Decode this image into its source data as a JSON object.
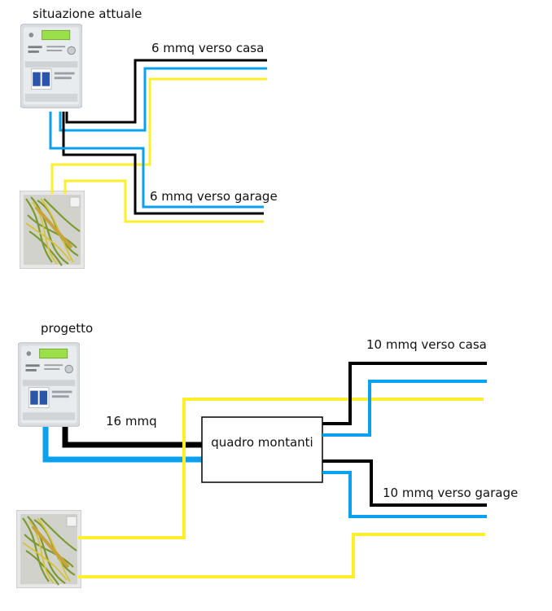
{
  "colors": {
    "neutral": "#000000",
    "phase": "#0aa0f0",
    "earth": "#ffef2a",
    "meter_body": "#d9dde0",
    "meter_display": "#9be04a",
    "box_body": "#e7e7e7",
    "box_wires_green": "#7d9a2e",
    "box_wires_yellow": "#d7c23a"
  },
  "current": {
    "title": "situazione attuale",
    "to_house": "6  mmq verso casa",
    "to_garage": "6 mmq verso garage"
  },
  "project": {
    "title": "progetto",
    "feed": "16 mmq",
    "panel": "quadro montanti",
    "to_house": "10 mmq verso casa",
    "to_garage": "10 mmq verso garage"
  },
  "icons": {
    "meter": "electric-meter-photo",
    "junction_box": "junction-box-photo"
  }
}
